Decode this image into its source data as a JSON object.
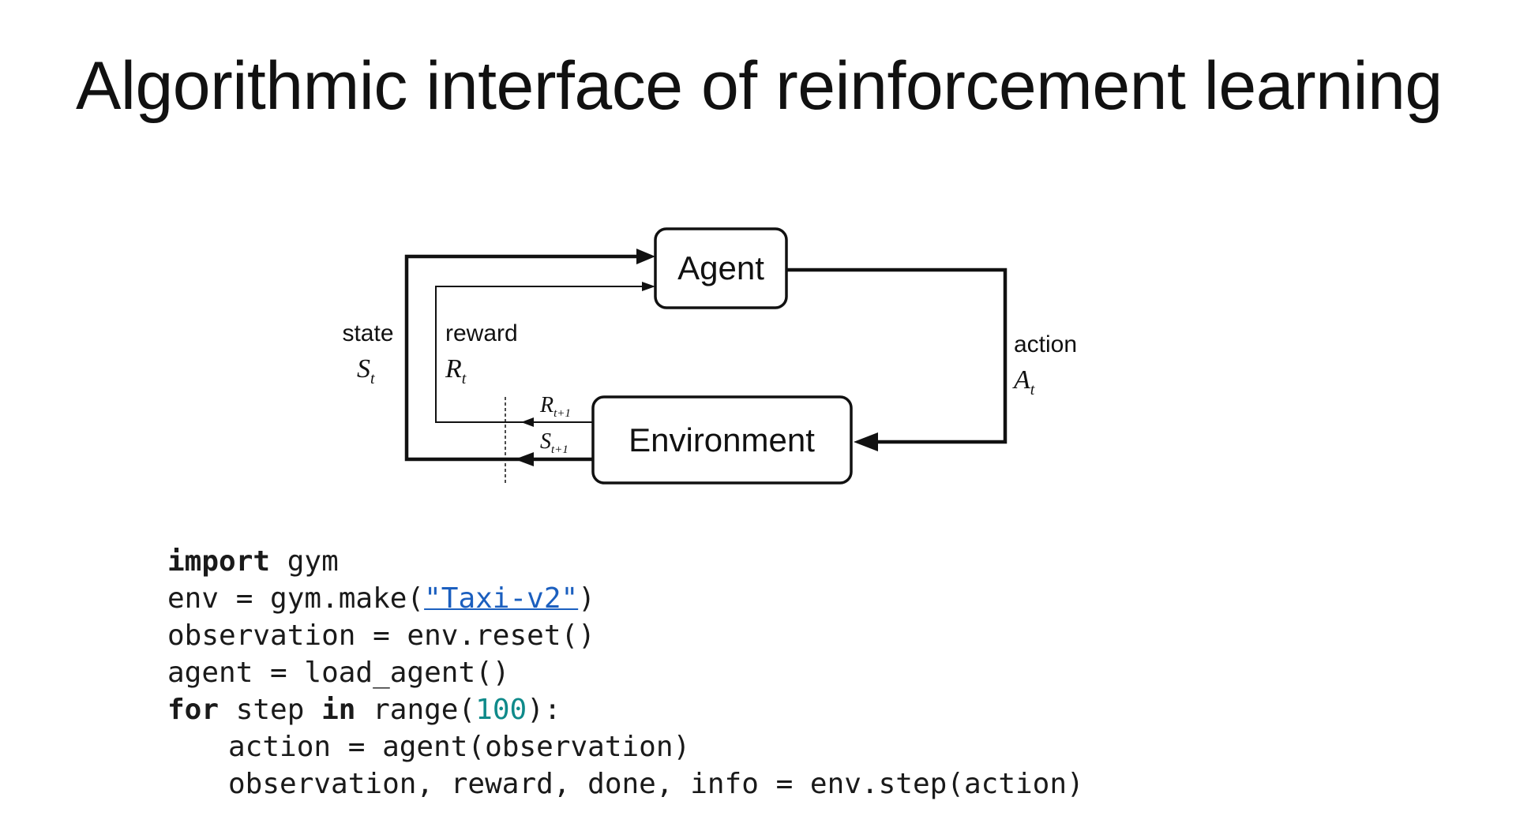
{
  "slide": {
    "title": "Algorithmic interface of reinforcement learning"
  },
  "diagram": {
    "agent_label": "Agent",
    "environment_label": "Environment",
    "state_label": "state",
    "state_symbol": "S",
    "state_sub": "t",
    "reward_label": "reward",
    "reward_symbol": "R",
    "reward_sub": "t",
    "action_label": "action",
    "action_symbol": "A",
    "action_sub": "t",
    "next_reward_symbol": "R",
    "next_reward_sub": "t+1",
    "next_state_symbol": "S",
    "next_state_sub": "t+1"
  },
  "code": {
    "line1_kw": "import",
    "line1_rest": " gym",
    "line2_pre": "env = gym.make(",
    "line2_str": "\"Taxi-v2\"",
    "line2_post": ")",
    "line3": "observation = env.reset()",
    "line4": "agent = load_agent()",
    "line5_kw1": "for",
    "line5_mid": " step ",
    "line5_kw2": "in",
    "line5_pre_num": " range(",
    "line5_num": "100",
    "line5_post": "):",
    "line6": "action = agent(observation)",
    "line7": "observation, reward, done, info = env.step(action)"
  }
}
